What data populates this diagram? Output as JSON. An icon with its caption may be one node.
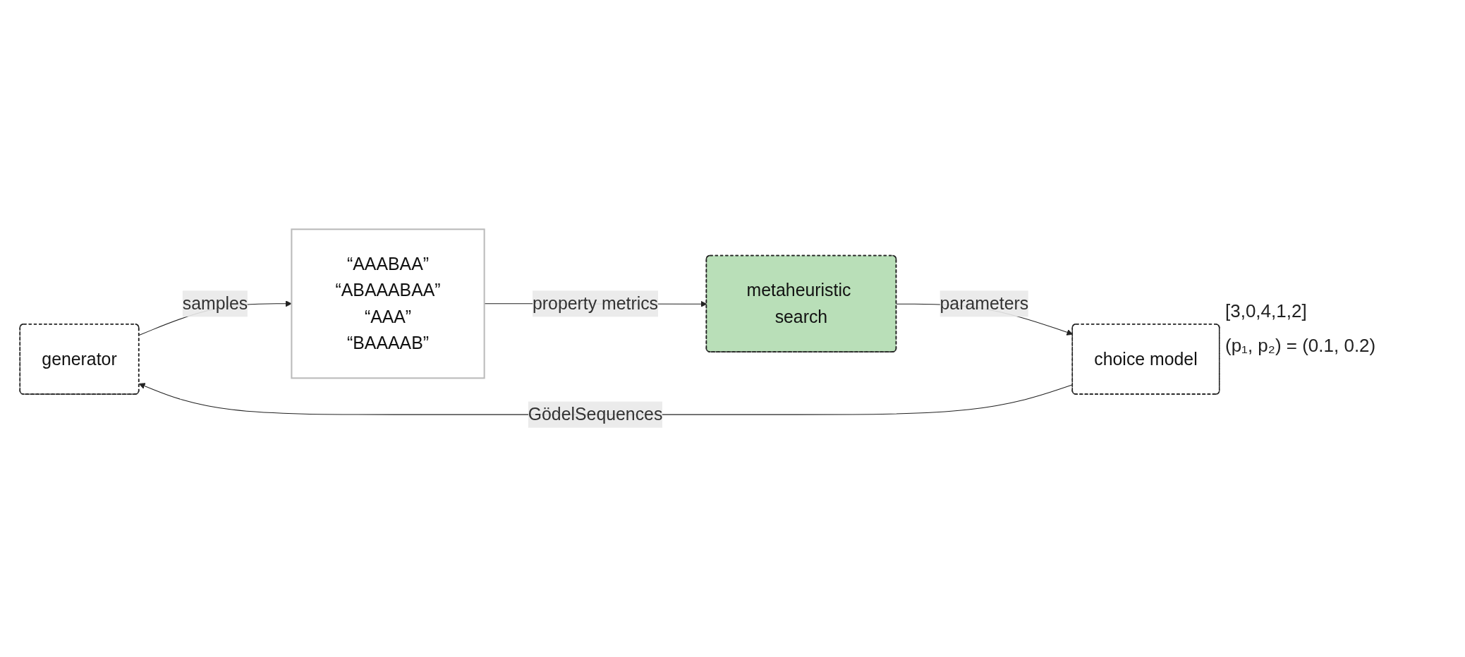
{
  "diagram": {
    "nodes": [
      {
        "text": [
          "generator"
        ]
      },
      {
        "text": [
          "“AAABAA”",
          "“ABAAABAA”",
          "“AAA”",
          "“BAAAAB”"
        ]
      },
      {
        "text": [
          "metaheuristic search"
        ]
      },
      {
        "text": [
          "choice model"
        ]
      }
    ],
    "edges": [
      {
        "from": 0,
        "to": 1,
        "arrow": "to",
        "label": "samples"
      },
      {
        "from": 1,
        "to": 2,
        "arrow": "to",
        "label": "property metrics"
      },
      {
        "from": 2,
        "to": 3,
        "arrow": "to",
        "label": "parameters"
      },
      {
        "from": 3,
        "to": 0,
        "arrow": "to",
        "label": "GödelSequences"
      }
    ],
    "labels": [
      "[3,0,4,1,2]",
      "(p₁, p₂) = (0.1, 0.2)"
    ]
  }
}
